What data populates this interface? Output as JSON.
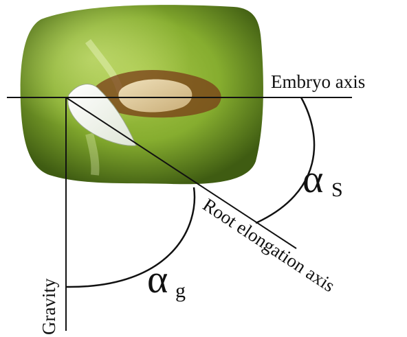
{
  "diagram": {
    "labels": {
      "embryo_axis": "Embryo axis",
      "root_axis": "Root elongation axis",
      "gravity": "Gravity",
      "alpha_s_symbol": "α",
      "alpha_s_sub": "S",
      "alpha_g_symbol": "α",
      "alpha_g_sub": "g"
    },
    "colors": {
      "seed_dark": "#3f5c12",
      "seed_mid": "#7fa82a",
      "seed_light": "#b6d35a",
      "embryo": "#d8c49a",
      "embryo_rim": "#7a3c18",
      "root_tip": "#f4f6f1",
      "line": "#111111"
    }
  }
}
